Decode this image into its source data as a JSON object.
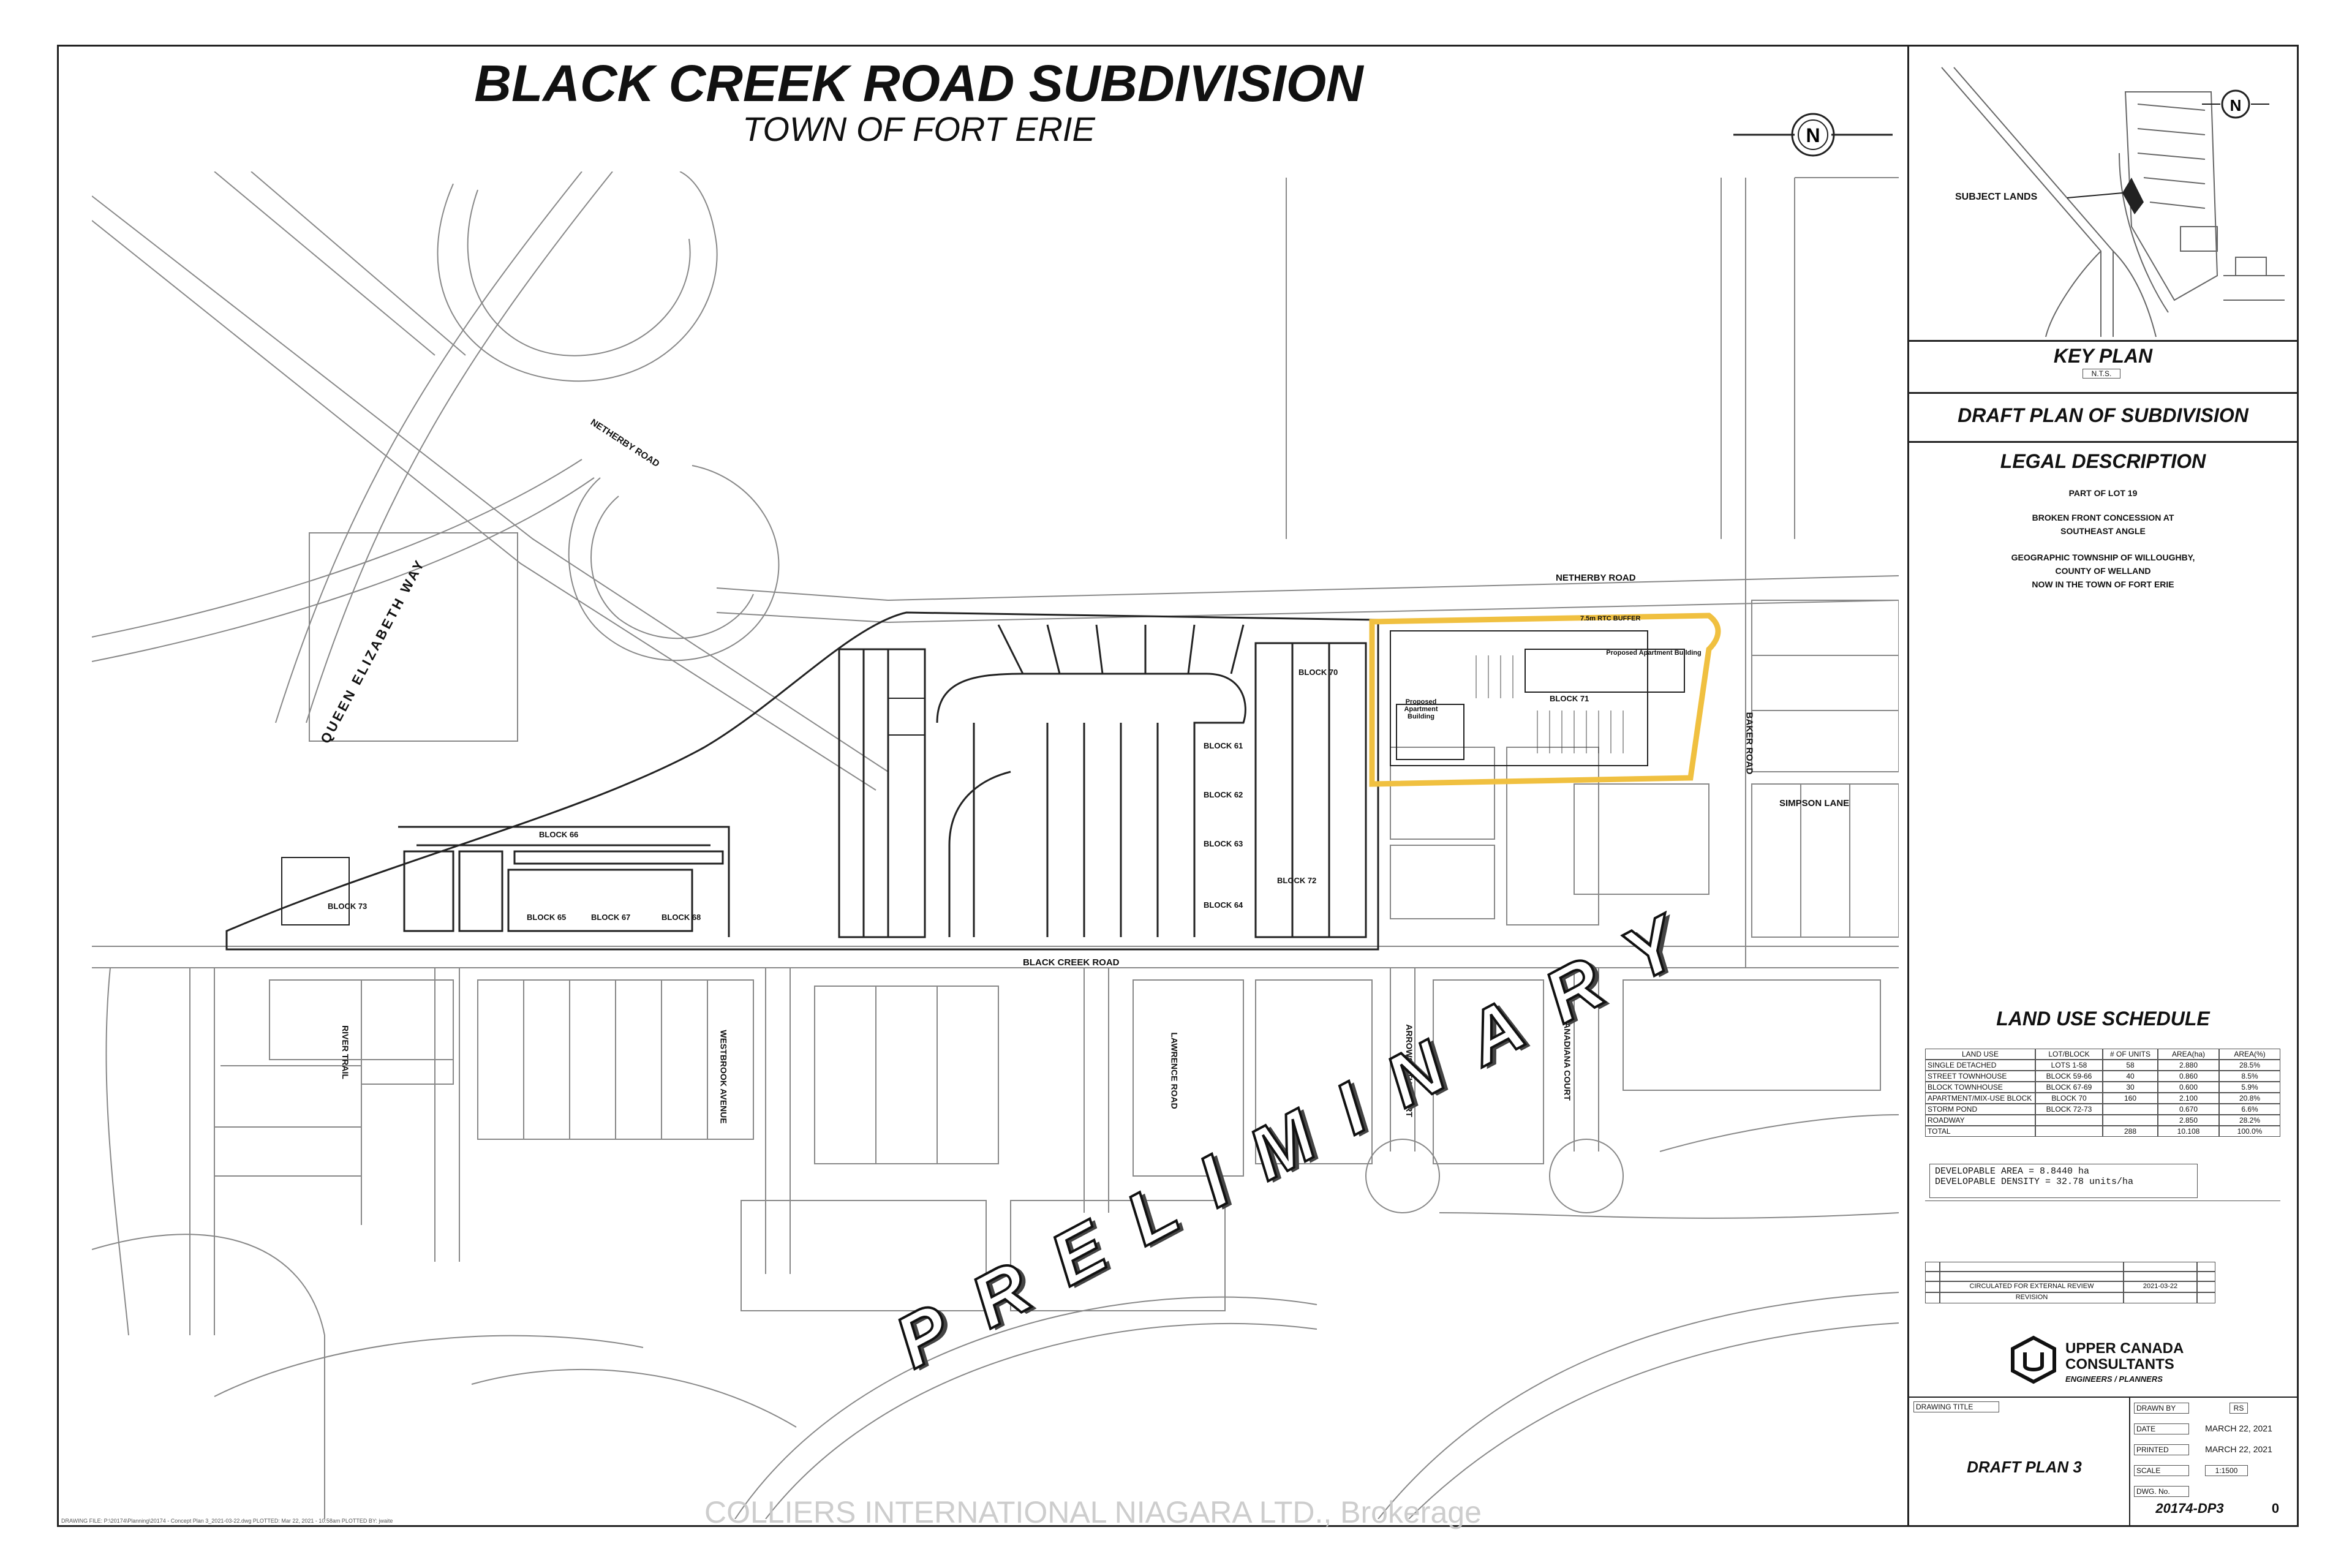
{
  "header": {
    "title": "BLACK CREEK ROAD SUBDIVISION",
    "subtitle": "TOWN OF FORT ERIE"
  },
  "roads": {
    "netherby_nw": "NETHERBY ROAD",
    "netherby_e": "NETHERBY ROAD",
    "qew": "QUEEN ELIZABETH WAY",
    "black_creek": "BLACK CREEK ROAD",
    "baker": "BAKER ROAD",
    "simpson": "SIMPSON LANE",
    "river_trail": "RIVER TRAIL",
    "westbrook": "WESTBROOK AVENUE",
    "lawrence": "LAWRENCE ROAD",
    "arrowsmith": "ARROWSMITH COURT",
    "canadiana": "CANADIANA COURT"
  },
  "blocks": {
    "b70": "BLOCK 70",
    "b71": "BLOCK 71",
    "b72": "BLOCK 72",
    "b73": "BLOCK 73",
    "b66": "BLOCK 66",
    "b65": "BLOCK 65",
    "b67": "BLOCK 67",
    "b68": "BLOCK 68",
    "b61": "BLOCK 61",
    "b62": "BLOCK 62",
    "b63": "BLOCK 63",
    "b64": "BLOCK 64",
    "apt1": "Proposed Apartment Building",
    "apt2": "Proposed Apartment Building",
    "buffer": "7.5m RTC BUFFER"
  },
  "watermark": "PRELIMINARY",
  "brokerage": "COLLIERS INTERNATIONAL NIAGARA LTD., Brokerage",
  "key_plan": {
    "subject_lands": "SUBJECT LANDS",
    "heading": "KEY PLAN",
    "scale": "N.T.S."
  },
  "draft_plan_heading": "DRAFT PLAN OF SUBDIVISION",
  "legal": {
    "heading": "LEGAL DESCRIPTION",
    "line1": "PART OF LOT 19",
    "line2": "BROKEN FRONT CONCESSION AT",
    "line3": "SOUTHEAST ANGLE",
    "line4": "GEOGRAPHIC TOWNSHIP OF WILLOUGHBY,",
    "line5": "COUNTY OF WELLAND",
    "line6": "NOW IN THE TOWN OF FORT ERIE"
  },
  "land_use": {
    "heading": "LAND USE SCHEDULE",
    "headers": [
      "LAND USE",
      "LOT/BLOCK",
      "# OF UNITS",
      "AREA(ha)",
      "AREA(%)"
    ],
    "rows": [
      [
        "SINGLE DETACHED",
        "LOTS 1-58",
        "58",
        "2.880",
        "28.5%"
      ],
      [
        "STREET TOWNHOUSE",
        "BLOCK 59-66",
        "40",
        "0.860",
        "8.5%"
      ],
      [
        "BLOCK TOWNHOUSE",
        "BLOCK 67-69",
        "30",
        "0.600",
        "5.9%"
      ],
      [
        "APARTMENT/MIX-USE BLOCK",
        "BLOCK 70",
        "160",
        "2.100",
        "20.8%"
      ],
      [
        "STORM POND",
        "BLOCK 72-73",
        "",
        "0.670",
        "6.6%"
      ],
      [
        "ROADWAY",
        "",
        "",
        "2.850",
        "28.2%"
      ],
      [
        "TOTAL",
        "",
        "288",
        "10.108",
        "100.0%"
      ]
    ],
    "density1": "DEVELOPABLE AREA = 8.8440 ha",
    "density2": "DEVELOPABLE DENSITY = 32.78 units/ha"
  },
  "revisions": {
    "r1": "CIRCULATED FOR EXTERNAL REVIEW",
    "r1_date": "2021-03-22",
    "r2": "REVISION"
  },
  "company": {
    "name1": "UPPER CANADA",
    "name2": "CONSULTANTS",
    "tag": "ENGINEERS / PLANNERS"
  },
  "title_block": {
    "drawing_title_label": "DRAWING TITLE",
    "drawing_title": "DRAFT PLAN 3",
    "drawn_by_label": "DRAWN BY",
    "drawn_by": "RS",
    "date_label": "DATE",
    "date": "MARCH 22, 2021",
    "print_label": "PRINTED",
    "print_date": "MARCH 22, 2021",
    "scale_label": "SCALE",
    "scale": "1:1500",
    "dwg_label": "DWG. No.",
    "dwg_no": "20174-DP3",
    "rev": "0"
  },
  "footer_note": "DRAWING FILE: P:\\20174\\Planning\\20174 - Concept Plan 3_2021-03-22.dwg PLOTTED: Mar 22, 2021 - 10:58am PLOTTED BY: jwaite"
}
